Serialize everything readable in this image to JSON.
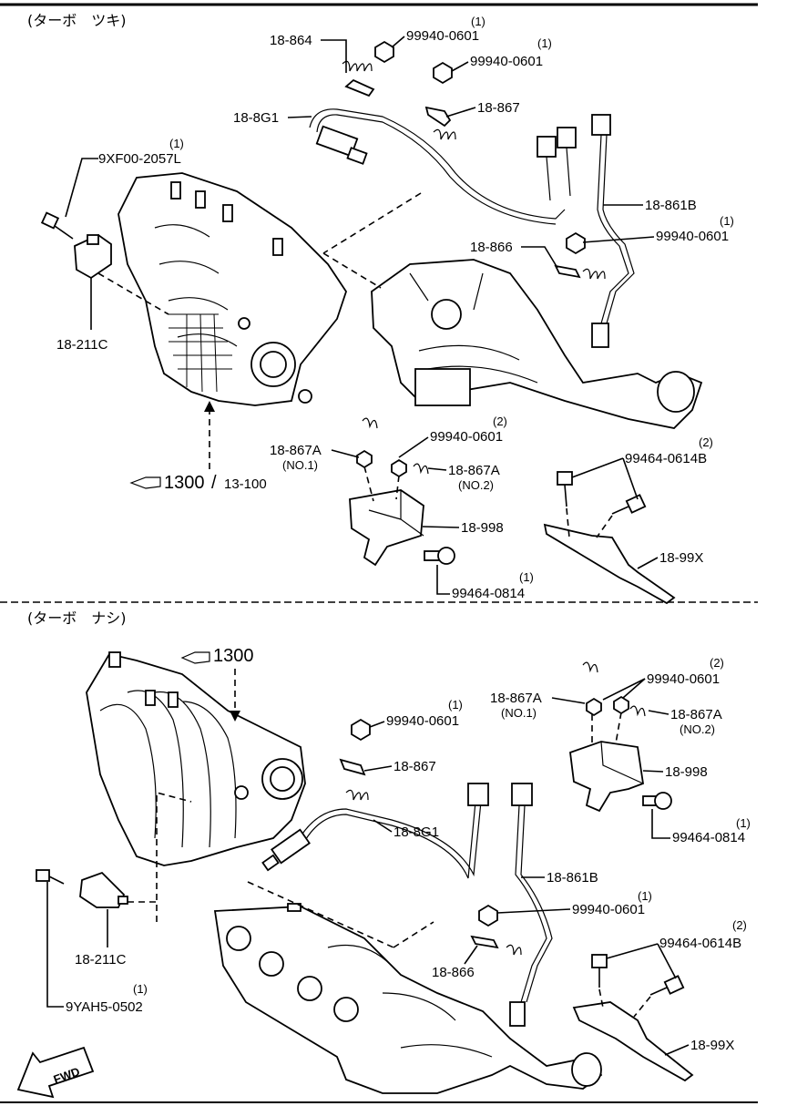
{
  "sections": {
    "top": {
      "title": "(ターボ　ツキ)"
    },
    "bottom": {
      "title": "(ターボ　ナシ)"
    }
  },
  "top": {
    "q_9xf00_qty": "(1)",
    "part_9xf00": "9XF00-2057L",
    "part_18_211c": "18-211C",
    "ref_1300": "1300",
    "ref_13_100": "13-100",
    "part_18_864": "18-864",
    "q_nut1_qty": "(1)",
    "part_nut1": "99940-0601",
    "q_nut2_qty": "(1)",
    "part_nut2": "99940-0601",
    "part_18_867": "18-867",
    "part_18_8g1": "18-8G1",
    "part_18_861b": "18-861B",
    "q_nut3_qty": "(1)",
    "part_nut3": "99940-0601",
    "part_18_866": "18-866",
    "q_nut4_qty": "(2)",
    "part_nut4": "99940-0601",
    "part_18_867a_1": "18-867A",
    "no1": "(NO.1)",
    "part_18_867a_2": "18-867A",
    "no2": "(NO.2)",
    "part_18_998": "18-998",
    "q_bolt1_qty": "(1)",
    "part_bolt1": "99464-0814",
    "q_bolt2_qty": "(2)",
    "part_bolt2": "99464-0614B",
    "part_18_99x": "18-99X"
  },
  "bottom": {
    "ref_1300": "1300",
    "q_nut1_qty": "(1)",
    "part_nut1": "99940-0601",
    "part_18_867": "18-867",
    "part_18_8g1": "18-8G1",
    "part_18_861b": "18-861B",
    "q_nut2_qty": "(1)",
    "part_nut2": "99940-0601",
    "part_18_866": "18-866",
    "part_18_211c": "18-211C",
    "q_9yah5_qty": "(1)",
    "part_9yah5": "9YAH5-0502",
    "part_18_867a_1": "18-867A",
    "no1": "(NO.1)",
    "q_nut3_qty": "(2)",
    "part_nut3": "99940-0601",
    "part_18_867a_2": "18-867A",
    "no2": "(NO.2)",
    "part_18_998": "18-998",
    "q_bolt1_qty": "(1)",
    "part_bolt1": "99464-0814",
    "q_bolt2_qty": "(2)",
    "part_bolt2": "99464-0614B",
    "part_18_99x": "18-99X",
    "fwd": "FWD"
  }
}
